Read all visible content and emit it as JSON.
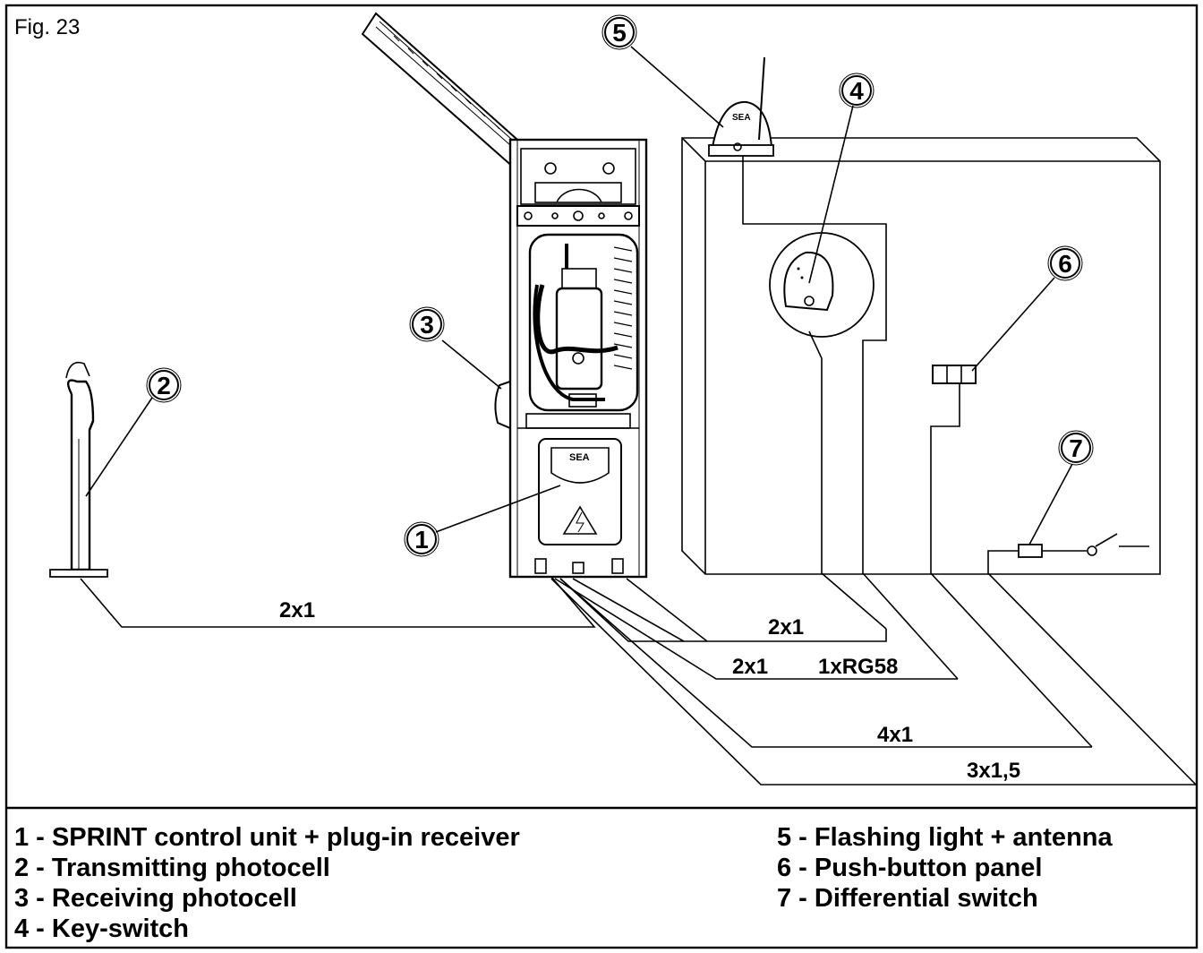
{
  "figure": {
    "label": "Fig. 23",
    "brand_mark": "SEA"
  },
  "callouts": [
    {
      "id": "1",
      "num": "1"
    },
    {
      "id": "2",
      "num": "2"
    },
    {
      "id": "3",
      "num": "3"
    },
    {
      "id": "4",
      "num": "4"
    },
    {
      "id": "5",
      "num": "5"
    },
    {
      "id": "6",
      "num": "6"
    },
    {
      "id": "7",
      "num": "7"
    }
  ],
  "cables": [
    {
      "id": "photocell",
      "label": "2x1"
    },
    {
      "id": "photocell-rx",
      "label": "2x1"
    },
    {
      "id": "flash",
      "label": "2x1"
    },
    {
      "id": "antenna",
      "label": "1xRG58"
    },
    {
      "id": "buttons",
      "label": "4x1"
    },
    {
      "id": "power",
      "label": "3x1,5"
    }
  ],
  "legend": {
    "left": [
      "1 - SPRINT control unit + plug-in receiver",
      "2 - Transmitting photocell",
      "3 - Receiving photocell",
      "4 - Key-switch"
    ],
    "right": [
      "5 - Flashing light + antenna",
      "6 - Push-button panel",
      "7 - Differential switch"
    ]
  }
}
